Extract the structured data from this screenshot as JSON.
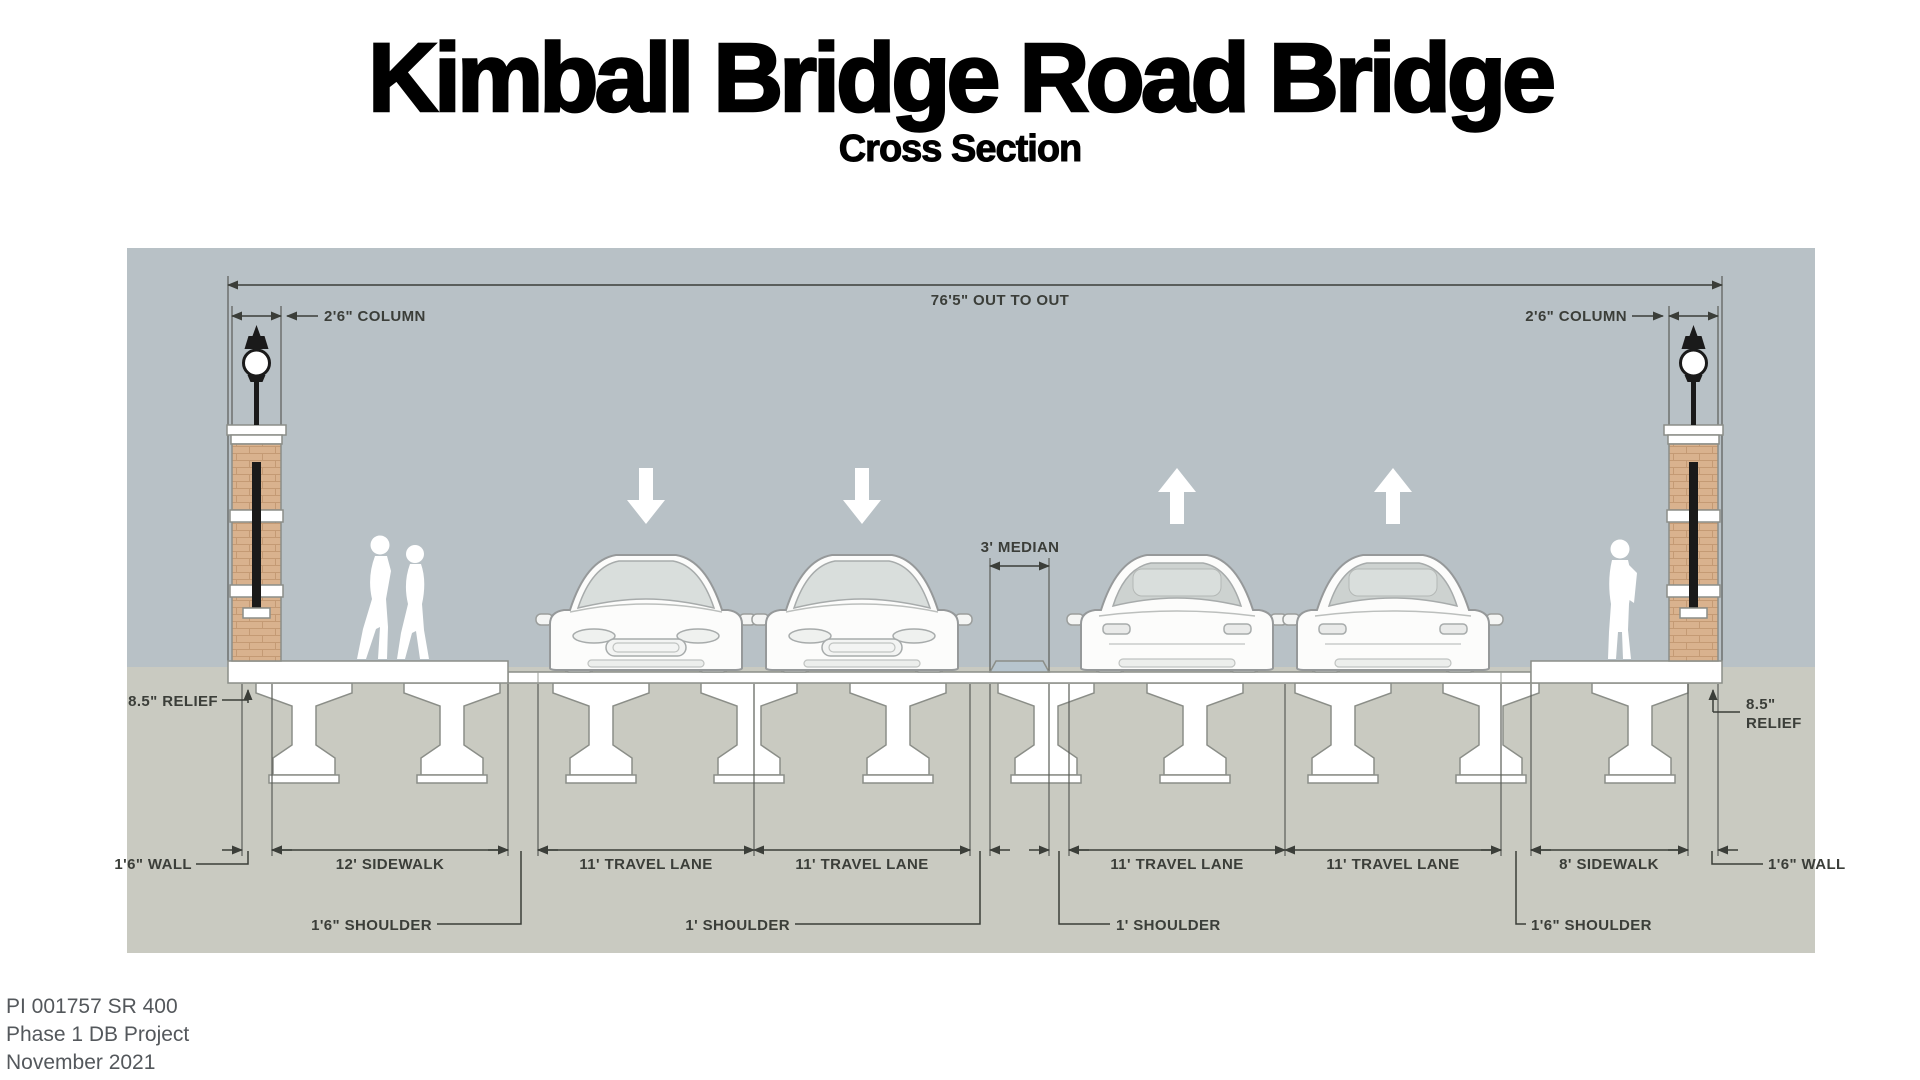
{
  "title": "Kimball Bridge Road Bridge",
  "subtitle": "Cross Section",
  "footer": {
    "project_id": "PI 001757 SR 400",
    "phase": "Phase 1 DB Project",
    "date": "November 2021"
  },
  "diagram": {
    "labels": {
      "out_to_out": "76'5\" OUT TO OUT",
      "column": "2'6\" COLUMN",
      "median": "3' MEDIAN",
      "relief": "8.5\" RELIEF",
      "relief_value": "8.5\"",
      "relief_word": "RELIEF",
      "wall": "1'6\" WALL",
      "sidewalk_left": "12' SIDEWALK",
      "sidewalk_right": "8' SIDEWALK",
      "travel_lane": "11' TRAVEL LANE",
      "shoulder_outer": "1'6\" SHOULDER",
      "shoulder_inner": "1' SHOULDER"
    },
    "colors": {
      "sky": "#b8c1c6",
      "ground": "#c9cac1",
      "brick": "#d9b28e",
      "median": "#b7c5ce",
      "dimension": "#3b3e39",
      "deck": "#ffffff"
    }
  }
}
